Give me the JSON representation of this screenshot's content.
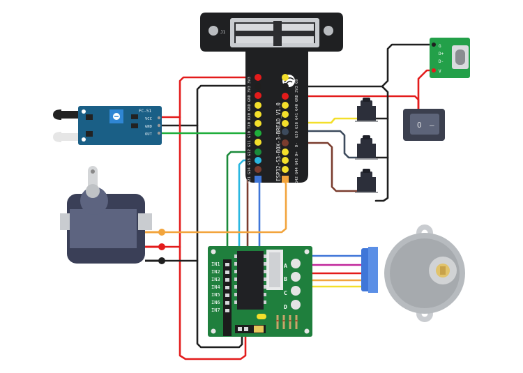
{
  "colors": {
    "red": "#e31b1b",
    "black": "#1f1f1f",
    "green": "#1fae3b",
    "yellow": "#f3df2b",
    "orange": "#f2a43c",
    "cyan": "#2ab7e0",
    "blue": "#3f76d8",
    "brown": "#7a3c2e",
    "magenta": "#c0269b",
    "board": "#1f2022",
    "pcb_green": "#1f7f3d",
    "pcb_blue": "#1a5f86"
  },
  "esp32": {
    "label": "ESP32-S3-BOX-3-BREAD_V1.0",
    "connector_ref": "J1",
    "left_pins": [
      "3V3",
      "3V3",
      "GND",
      "GND",
      "RX0",
      "TX0",
      "G10",
      "G11",
      "G12",
      "G13",
      "G14",
      "G21"
    ],
    "right_pins": [
      "G9",
      "3V3",
      "GND",
      "G40",
      "G41",
      "G38",
      "G39",
      "D-",
      "D+",
      "G43",
      "G44",
      "G42"
    ]
  },
  "ir_sensor": {
    "title": "FC-51",
    "pins": [
      "VCC",
      "GND",
      "OUT"
    ]
  },
  "usb_c": {
    "pins": [
      "G",
      "D+",
      "D-",
      "V"
    ]
  },
  "switch": {
    "off_symbol": "O",
    "on_symbol": "–"
  },
  "driver": {
    "inputs": [
      "IN1",
      "IN2",
      "IN3",
      "IN4",
      "IN5",
      "IN6",
      "IN7"
    ],
    "leds": [
      "A",
      "B",
      "C",
      "D"
    ]
  }
}
